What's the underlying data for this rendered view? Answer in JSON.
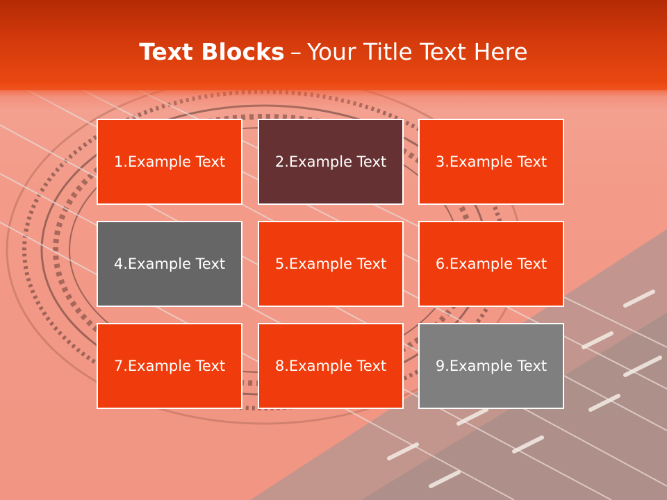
{
  "title": {
    "bold": "Text Blocks",
    "dash": "–",
    "rest": "Your Title Text Here"
  },
  "colors": {
    "header": "#d33a0c",
    "orange_block": "#f03c0c",
    "maroon_block": "#663133",
    "dark_gray_block": "#666666",
    "gray_block": "#7f7f7f"
  },
  "blocks": [
    {
      "label": "1.Example Text",
      "color": "#f03c0c"
    },
    {
      "label": "2.Example Text",
      "color": "#663133"
    },
    {
      "label": "3.Example Text",
      "color": "#f03c0c"
    },
    {
      "label": "4.Example Text",
      "color": "#666666"
    },
    {
      "label": "5.Example Text",
      "color": "#f03c0c"
    },
    {
      "label": "6.Example Text",
      "color": "#f03c0c"
    },
    {
      "label": "7.Example Text",
      "color": "#f03c0c"
    },
    {
      "label": "8.Example Text",
      "color": "#f03c0c"
    },
    {
      "label": "9.Example Text",
      "color": "#7f7f7f"
    }
  ]
}
